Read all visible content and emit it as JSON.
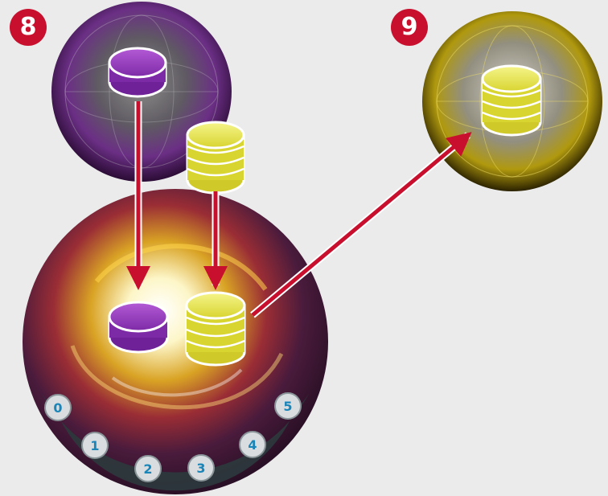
{
  "step_badges": {
    "left": "8",
    "right": "9"
  },
  "warp_track": [
    "0",
    "1",
    "2",
    "3",
    "4",
    "5"
  ],
  "colors": {
    "badge": "#c8102e",
    "arrow": "#c8102e",
    "purple_token": "#8a2fb8",
    "yellow_token": "#e4e23c",
    "purple_planet": "#5a1f6e",
    "yellow_planet": "#b39a10"
  },
  "icons": {
    "arrow": "red-arrow-icon",
    "token": "ship-token-icon"
  }
}
